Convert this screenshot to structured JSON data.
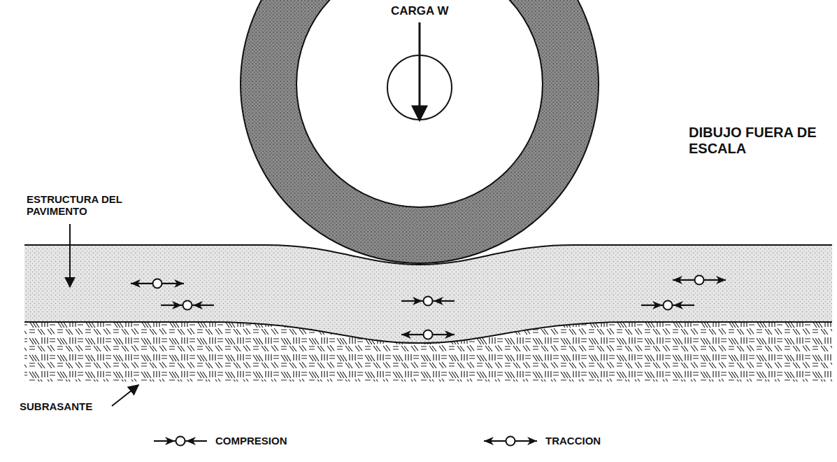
{
  "diagram": {
    "labels": [
      "CARGA W",
      "DIBUJO FUERA DE ESCALA",
      "ESTRUCTURA DEL PAVIMENTO",
      "SUBRASANTE"
    ],
    "legend": [
      {
        "text": "COMPRESION"
      },
      {
        "text": "TRACCION"
      }
    ]
  }
}
